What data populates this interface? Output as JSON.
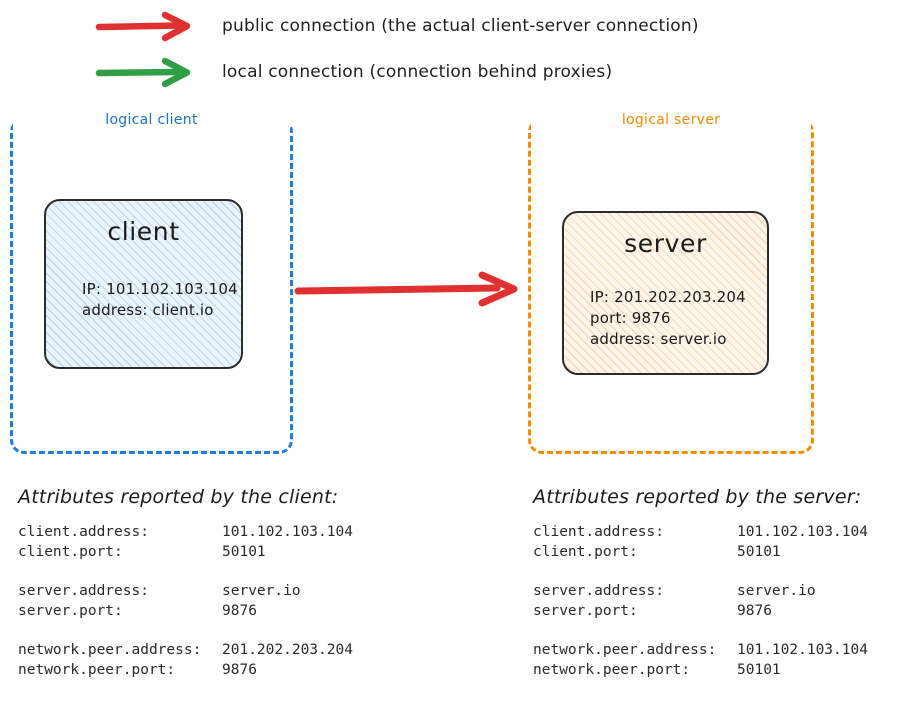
{
  "colors": {
    "public_arrow": "#e03131",
    "local_arrow": "#2f9e44",
    "client_group_border": "#1c7ed6",
    "server_group_border": "#f08c00",
    "node_border": "#2b2b2b",
    "client_fill": "#eaf4fc",
    "server_fill": "#fdf6ec"
  },
  "legend": {
    "public": {
      "icon": "red-arrow-right-icon",
      "label": "public connection (the actual client-server connection)"
    },
    "local": {
      "icon": "green-arrow-right-icon",
      "label": "local connection (connection behind proxies)"
    }
  },
  "diagram": {
    "client_group": {
      "label": "logical client",
      "node": {
        "title": "client",
        "details": [
          "IP: 101.102.103.104",
          "address: client.io"
        ]
      }
    },
    "server_group": {
      "label": "logical server",
      "node": {
        "title": "server",
        "details": [
          "IP: 201.202.203.204",
          "port: 9876",
          "address: server.io"
        ]
      }
    },
    "main_connection": {
      "icon": "red-arrow-right-icon",
      "direction": "client-to-server",
      "kind": "public connection"
    }
  },
  "attributes": {
    "client_panel": {
      "heading": "Attributes reported by the client:",
      "groups": [
        {
          "rows": [
            {
              "key": "client.address:",
              "value": "101.102.103.104"
            },
            {
              "key": "client.port:",
              "value": "50101"
            }
          ]
        },
        {
          "rows": [
            {
              "key": "server.address:",
              "value": "server.io"
            },
            {
              "key": "server.port:",
              "value": "9876"
            }
          ]
        },
        {
          "rows": [
            {
              "key": "network.peer.address:",
              "value": "201.202.203.204"
            },
            {
              "key": "network.peer.port:",
              "value": "9876"
            }
          ]
        }
      ]
    },
    "server_panel": {
      "heading": "Attributes reported by the server:",
      "groups": [
        {
          "rows": [
            {
              "key": "client.address:",
              "value": "101.102.103.104"
            },
            {
              "key": "client.port:",
              "value": "50101"
            }
          ]
        },
        {
          "rows": [
            {
              "key": "server.address:",
              "value": "server.io"
            },
            {
              "key": "server.port:",
              "value": "9876"
            }
          ]
        },
        {
          "rows": [
            {
              "key": "network.peer.address:",
              "value": "101.102.103.104"
            },
            {
              "key": "network.peer.port:",
              "value": "50101"
            }
          ]
        }
      ]
    }
  }
}
